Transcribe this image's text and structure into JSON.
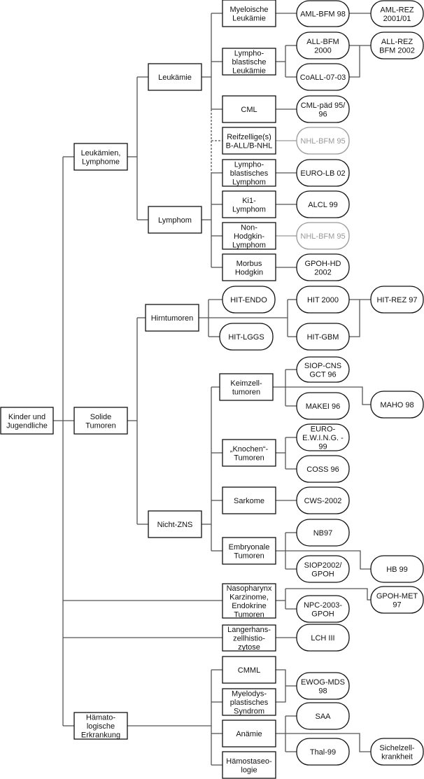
{
  "title": "Therapieoptimierungsstudien Kinder und Jugendliche",
  "nodes": [
    {
      "id": "root",
      "shape": "box",
      "lines": [
        "Kinder und",
        "Jugendliche"
      ]
    },
    {
      "id": "leuk_lymph",
      "shape": "box",
      "lines": [
        "Leukämien,",
        "Lymphome"
      ]
    },
    {
      "id": "solide",
      "shape": "box",
      "lines": [
        "Solide",
        "Tumoren"
      ]
    },
    {
      "id": "naso",
      "shape": "box",
      "lines": [
        "Nasopharynx",
        "Karzinome,",
        "Endokrine",
        "Tumoren"
      ]
    },
    {
      "id": "langer",
      "shape": "box",
      "lines": [
        "Langerhans-",
        "zellhistio-",
        "zytose"
      ]
    },
    {
      "id": "haema",
      "shape": "box",
      "lines": [
        "Hämato-",
        "logische",
        "Erkrankung"
      ]
    },
    {
      "id": "leukaemie",
      "shape": "box",
      "lines": [
        "Leukämie"
      ]
    },
    {
      "id": "lymphom",
      "shape": "box",
      "lines": [
        "Lymphom"
      ]
    },
    {
      "id": "hirn",
      "shape": "box",
      "lines": [
        "Hirntumoren"
      ]
    },
    {
      "id": "nichtzns",
      "shape": "box",
      "lines": [
        "Nicht-ZNS"
      ]
    },
    {
      "id": "myel",
      "shape": "box",
      "lines": [
        "Myeloische",
        "Leukämie"
      ]
    },
    {
      "id": "lbl",
      "shape": "box",
      "lines": [
        "Lympho-",
        "blastische",
        "Leukämie"
      ]
    },
    {
      "id": "cml",
      "shape": "box",
      "lines": [
        "CML"
      ]
    },
    {
      "id": "reif",
      "shape": "box",
      "lines": [
        "Reifzellige(s)",
        "B-ALL/B-NHL"
      ]
    },
    {
      "id": "lbly",
      "shape": "box",
      "lines": [
        "Lympho-",
        "blastisches",
        "Lymphom"
      ]
    },
    {
      "id": "ki1",
      "shape": "box",
      "lines": [
        "Ki1-",
        "Lymphom"
      ]
    },
    {
      "id": "nhl",
      "shape": "box",
      "lines": [
        "Non-",
        "Hodgkin-",
        "Lymphom"
      ]
    },
    {
      "id": "hodg",
      "shape": "box",
      "lines": [
        "Morbus",
        "Hodgkin"
      ]
    },
    {
      "id": "aml98",
      "shape": "pill",
      "lines": [
        "AML-BFM 98"
      ]
    },
    {
      "id": "amlrez",
      "shape": "pill",
      "lines": [
        "AML-REZ",
        "2001/01"
      ]
    },
    {
      "id": "allbfm",
      "shape": "pill",
      "lines": [
        "ALL-BFM",
        "2000"
      ]
    },
    {
      "id": "allrez",
      "shape": "pill",
      "lines": [
        "ALL-REZ",
        "BFM 2002"
      ]
    },
    {
      "id": "coall",
      "shape": "pill",
      "lines": [
        "CoALL-07-03"
      ]
    },
    {
      "id": "cmlpaed",
      "shape": "pill",
      "lines": [
        "CML-päd 95/",
        "96"
      ]
    },
    {
      "id": "nhlbfm1",
      "shape": "pill",
      "muted": true,
      "lines": [
        "NHL-BFM 95"
      ]
    },
    {
      "id": "eurolb",
      "shape": "pill",
      "lines": [
        "EURO-LB 02"
      ]
    },
    {
      "id": "alcl",
      "shape": "pill",
      "lines": [
        "ALCL 99"
      ]
    },
    {
      "id": "nhlbfm2",
      "shape": "pill",
      "muted": true,
      "lines": [
        "NHL-BFM 95"
      ]
    },
    {
      "id": "gpohhd",
      "shape": "pill",
      "lines": [
        "GPOH-HD",
        "2002"
      ]
    },
    {
      "id": "hitendo",
      "shape": "pill",
      "lines": [
        "HIT-ENDO"
      ]
    },
    {
      "id": "hitlggs",
      "shape": "pill",
      "lines": [
        "HIT-LGGS"
      ]
    },
    {
      "id": "hit2000",
      "shape": "pill",
      "lines": [
        "HIT 2000"
      ]
    },
    {
      "id": "hitgbm",
      "shape": "pill",
      "lines": [
        "HIT-GBM"
      ]
    },
    {
      "id": "hitrez",
      "shape": "pill",
      "lines": [
        "HIT-REZ 97"
      ]
    },
    {
      "id": "keim",
      "shape": "box",
      "lines": [
        "Keimzell-",
        "tumoren"
      ]
    },
    {
      "id": "siopcns",
      "shape": "pill",
      "lines": [
        "SIOP-CNS",
        "GCT 96"
      ]
    },
    {
      "id": "makei",
      "shape": "pill",
      "lines": [
        "MAKEI 96"
      ]
    },
    {
      "id": "maho",
      "shape": "pill",
      "lines": [
        "MAHO 98"
      ]
    },
    {
      "id": "knochen",
      "shape": "box",
      "lines": [
        "„Knochen“-",
        "Tumoren"
      ]
    },
    {
      "id": "euroewing",
      "shape": "pill",
      "lines": [
        "EURO-",
        "E.W.I.N.G. -",
        "99"
      ]
    },
    {
      "id": "coss",
      "shape": "pill",
      "lines": [
        "COSS 96"
      ]
    },
    {
      "id": "sark",
      "shape": "box",
      "lines": [
        "Sarkome"
      ]
    },
    {
      "id": "cws",
      "shape": "pill",
      "lines": [
        "CWS-2002"
      ]
    },
    {
      "id": "embr",
      "shape": "box",
      "lines": [
        "Embryonale",
        "Tumoren"
      ]
    },
    {
      "id": "nb97",
      "shape": "pill",
      "lines": [
        "NB97"
      ]
    },
    {
      "id": "siop2002",
      "shape": "pill",
      "lines": [
        "SIOP2002/",
        "GPOH"
      ]
    },
    {
      "id": "hb99",
      "shape": "pill",
      "lines": [
        "HB 99"
      ]
    },
    {
      "id": "npc",
      "shape": "pill",
      "lines": [
        "NPC-2003-",
        "GPOH"
      ]
    },
    {
      "id": "gpohmet",
      "shape": "pill",
      "lines": [
        "GPOH-MET",
        "97"
      ]
    },
    {
      "id": "lch",
      "shape": "pill",
      "lines": [
        "LCH III"
      ]
    },
    {
      "id": "cmml",
      "shape": "box",
      "lines": [
        "CMML"
      ]
    },
    {
      "id": "mds",
      "shape": "box",
      "lines": [
        "Myelodys-",
        "plastisches",
        "Syndrom"
      ]
    },
    {
      "id": "anaemie",
      "shape": "box",
      "lines": [
        "Anämie"
      ]
    },
    {
      "id": "haemost",
      "shape": "box",
      "lines": [
        "Hämostaseo-",
        "logie"
      ]
    },
    {
      "id": "ewog",
      "shape": "pill",
      "lines": [
        "EWOG-MDS",
        "98"
      ]
    },
    {
      "id": "saa",
      "shape": "pill",
      "lines": [
        "SAA"
      ]
    },
    {
      "id": "thal",
      "shape": "pill",
      "lines": [
        "Thal-99"
      ]
    },
    {
      "id": "sichel",
      "shape": "pill",
      "lines": [
        "Sichelzell-",
        "krankheit"
      ]
    }
  ]
}
